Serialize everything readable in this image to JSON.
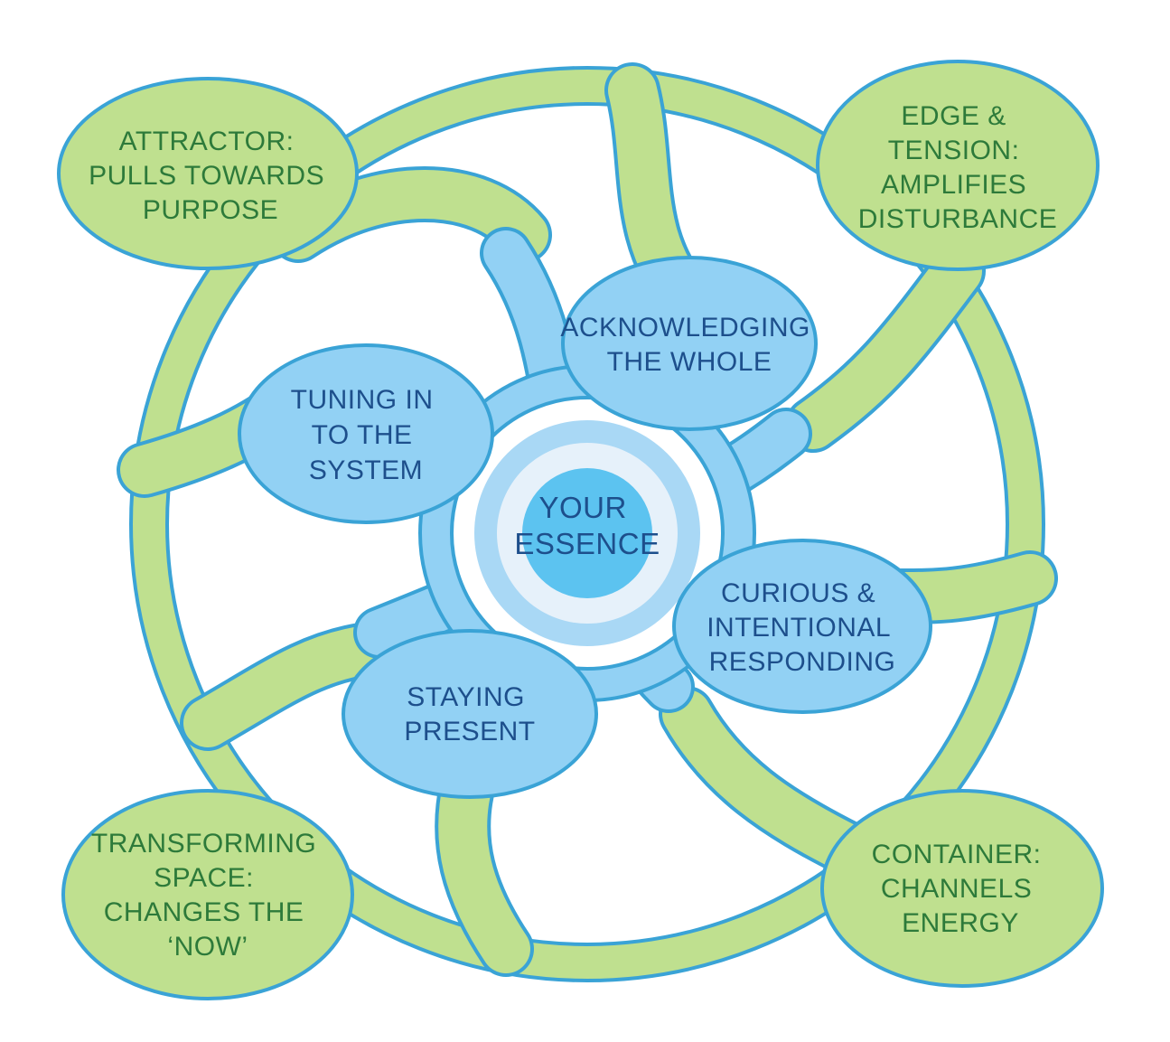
{
  "colors": {
    "outer_fill": "#bfe08f",
    "outer_stroke": "#3aa3d6",
    "inner_fill": "#92d1f4",
    "inner_stroke": "#3aa3d6",
    "core_fill": "#5cc3f0",
    "core_ring": "#e6f1fa",
    "green_text": "#2d7a3a",
    "blue_text": "#1d4f8c"
  },
  "outer_nodes": [
    {
      "id": "attractor",
      "lines": [
        "ATTRACTOR:",
        "PULLS TOWARDS",
        "PURPOSE"
      ]
    },
    {
      "id": "edge-tension",
      "lines": [
        "EDGE &",
        "TENSION:",
        "AMPLIFIES",
        "DISTURBANCE"
      ]
    },
    {
      "id": "transforming-space",
      "lines": [
        "TRANSFORMING",
        "SPACE:",
        "CHANGES THE",
        "‘NOW’"
      ]
    },
    {
      "id": "container",
      "lines": [
        "CONTAINER:",
        "CHANNELS",
        "ENERGY"
      ]
    }
  ],
  "inner_nodes": [
    {
      "id": "acknowledging-the-whole",
      "lines": [
        "ACKNOWLEDGING",
        "THE WHOLE"
      ]
    },
    {
      "id": "tuning-in",
      "lines": [
        "TUNING IN",
        "TO THE",
        "SYSTEM"
      ]
    },
    {
      "id": "curious-intentional",
      "lines": [
        "CURIOUS &",
        "INTENTIONAL",
        "RESPONDING"
      ]
    },
    {
      "id": "staying-present",
      "lines": [
        "STAYING",
        "PRESENT"
      ]
    }
  ],
  "core": {
    "lines": [
      "YOUR",
      "ESSENCE"
    ]
  }
}
